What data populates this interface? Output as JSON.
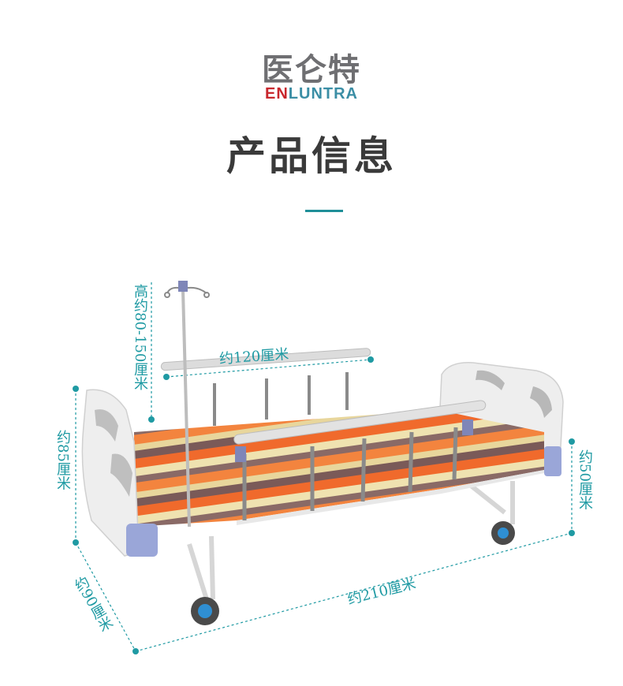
{
  "brand": {
    "name_cn": "医仑特",
    "name_en_accent": "EN",
    "name_en_rest": "LUNTRA"
  },
  "title": "产品信息",
  "dimensions": {
    "pole_height": "高约80-150厘米",
    "rail_length": "约120厘米",
    "head_height": "约85厘米",
    "foot_height": "约50厘米",
    "length": "约210厘米",
    "width": "约90厘米"
  },
  "colors": {
    "accent": "#1f9aa3",
    "brand_red": "#c8272d",
    "title": "#3a3a3a"
  }
}
